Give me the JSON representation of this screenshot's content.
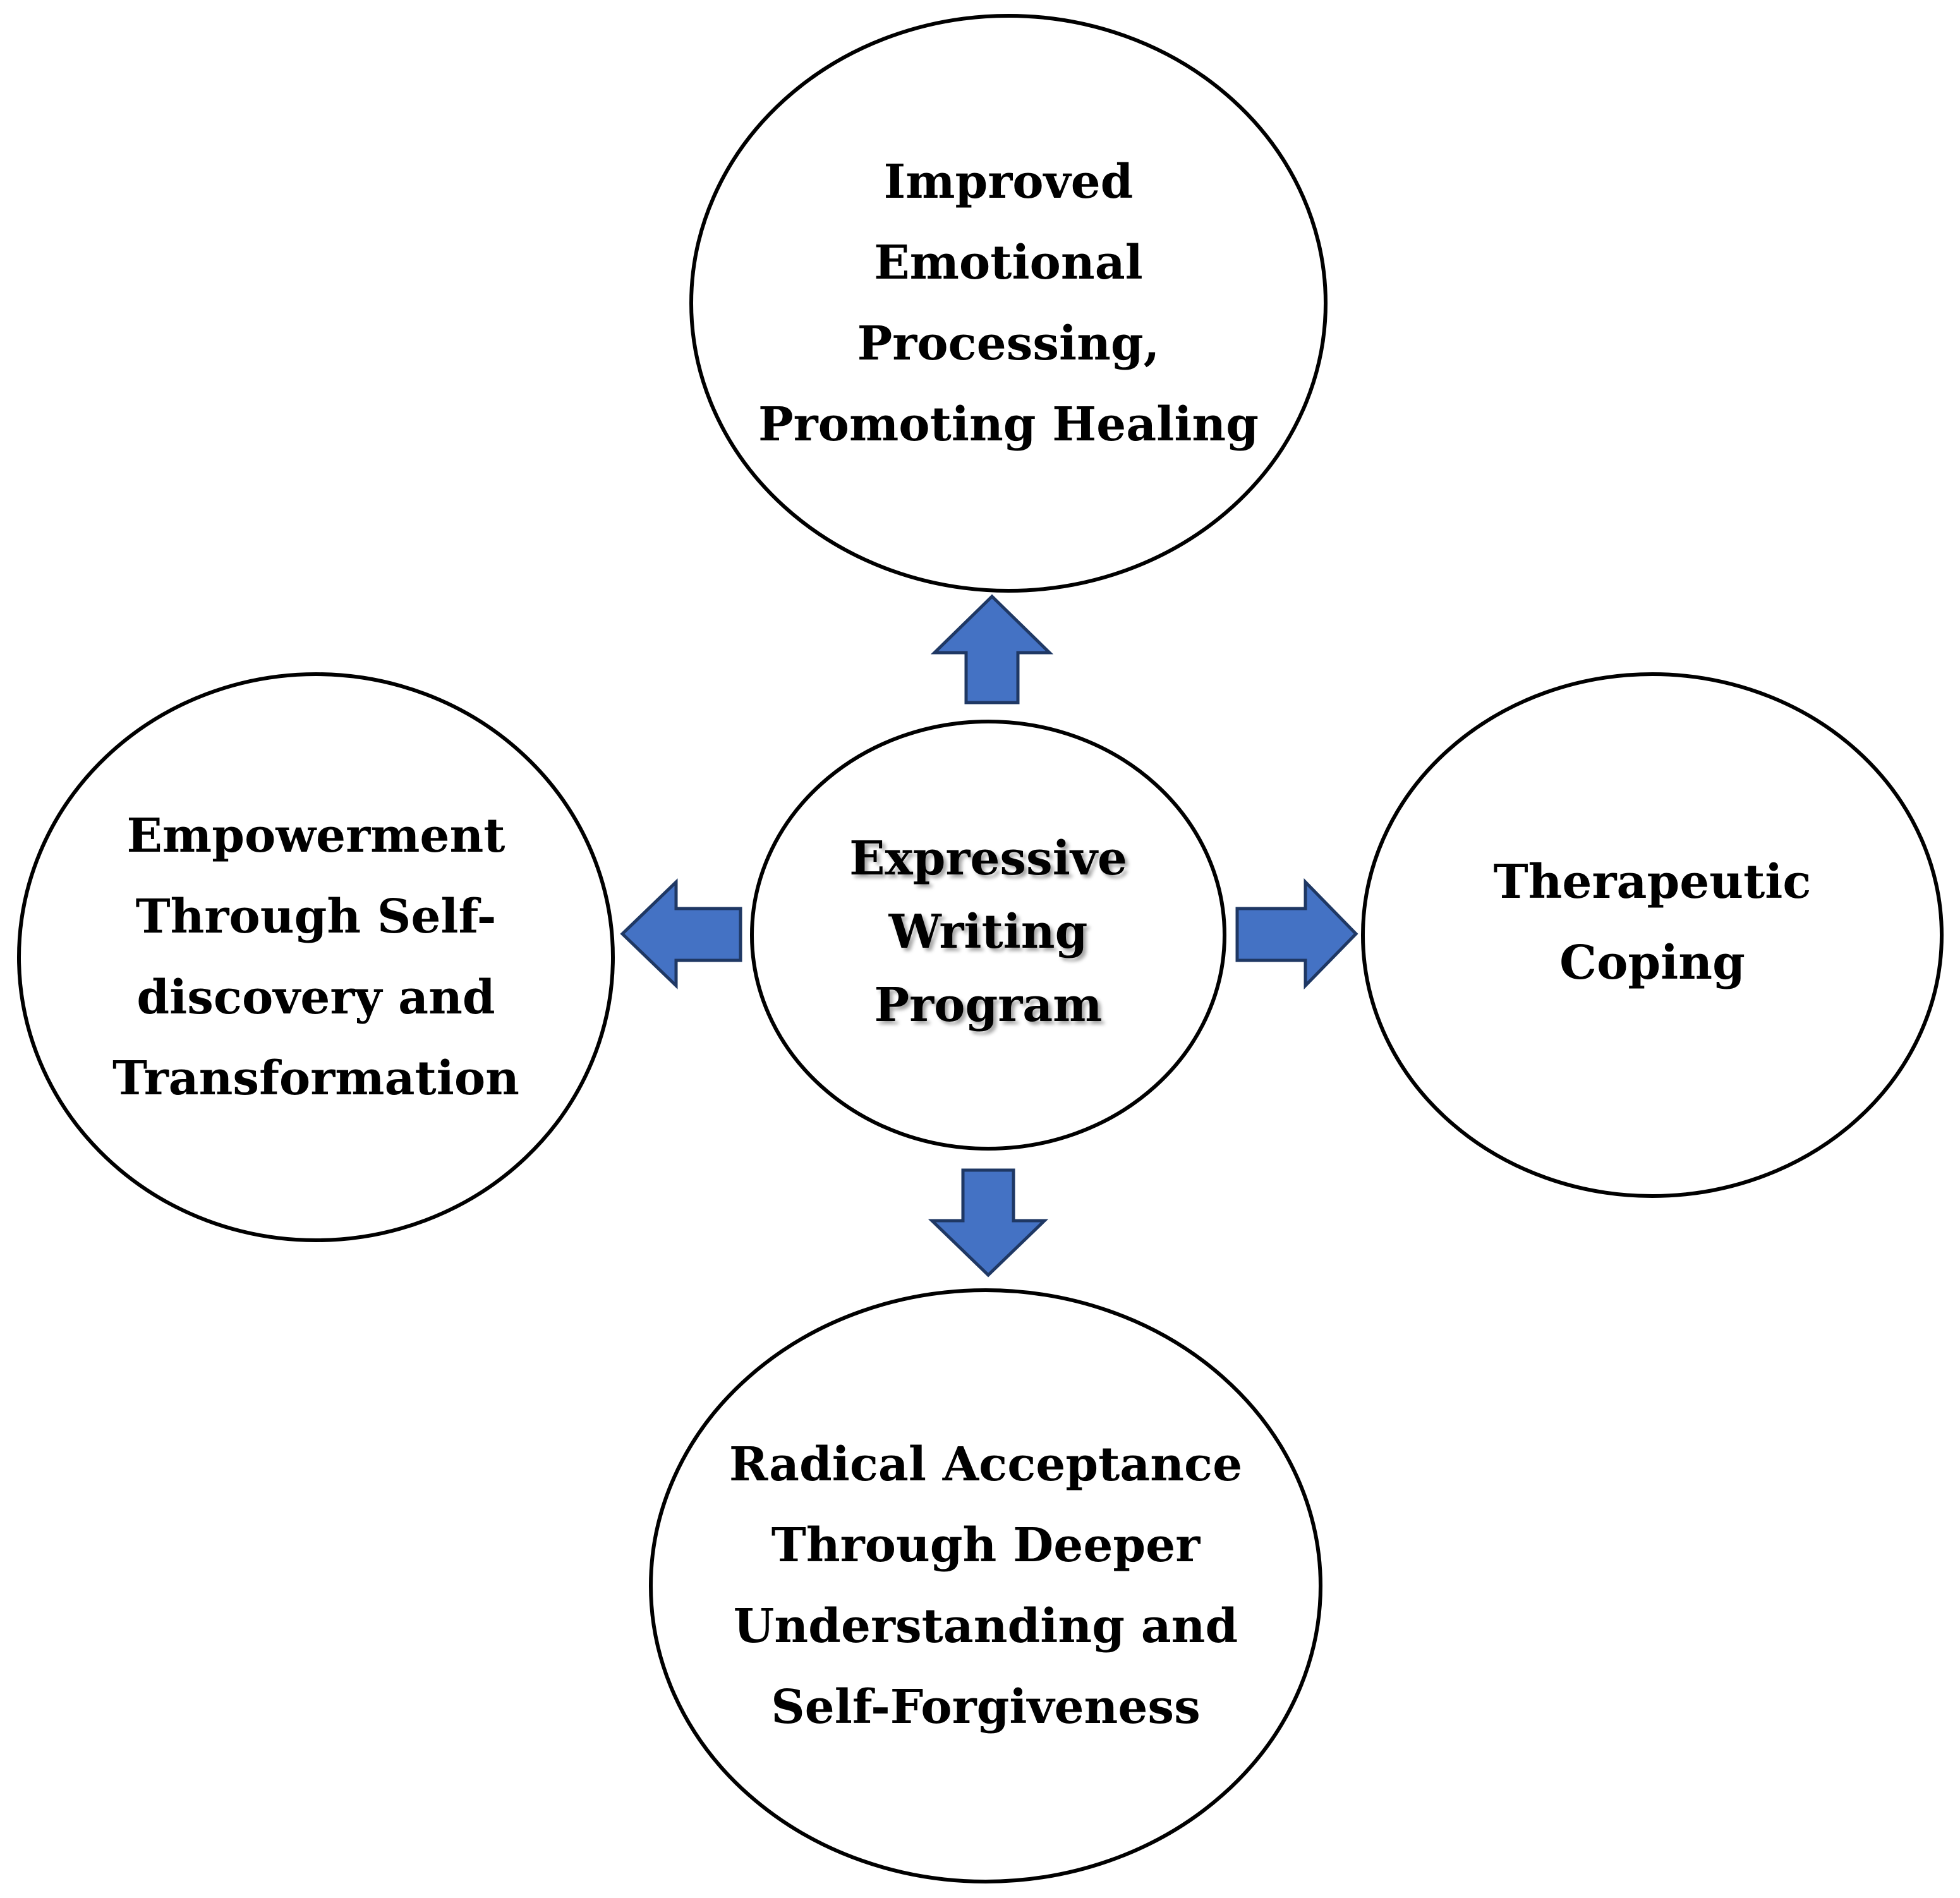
{
  "diagram": {
    "center": {
      "label": "Expressive\nWriting\nProgram"
    },
    "outcomes": {
      "top": {
        "label": "Improved\nEmotional\nProcessing,\nPromoting Healing"
      },
      "left": {
        "label": "Empowerment\nThrough Self-\ndiscovery and\nTransformation"
      },
      "right": {
        "label": "Therapeutic\nCoping"
      },
      "bottom": {
        "label": "Radical Acceptance\nThrough Deeper\nUnderstanding and\nSelf-Forgiveness"
      }
    },
    "colors": {
      "arrow_fill": "#4472C4",
      "arrow_stroke": "#1F3864",
      "ellipse_stroke": "#000000",
      "ellipse_fill": "#FFFFFF",
      "text": "#000000"
    }
  }
}
